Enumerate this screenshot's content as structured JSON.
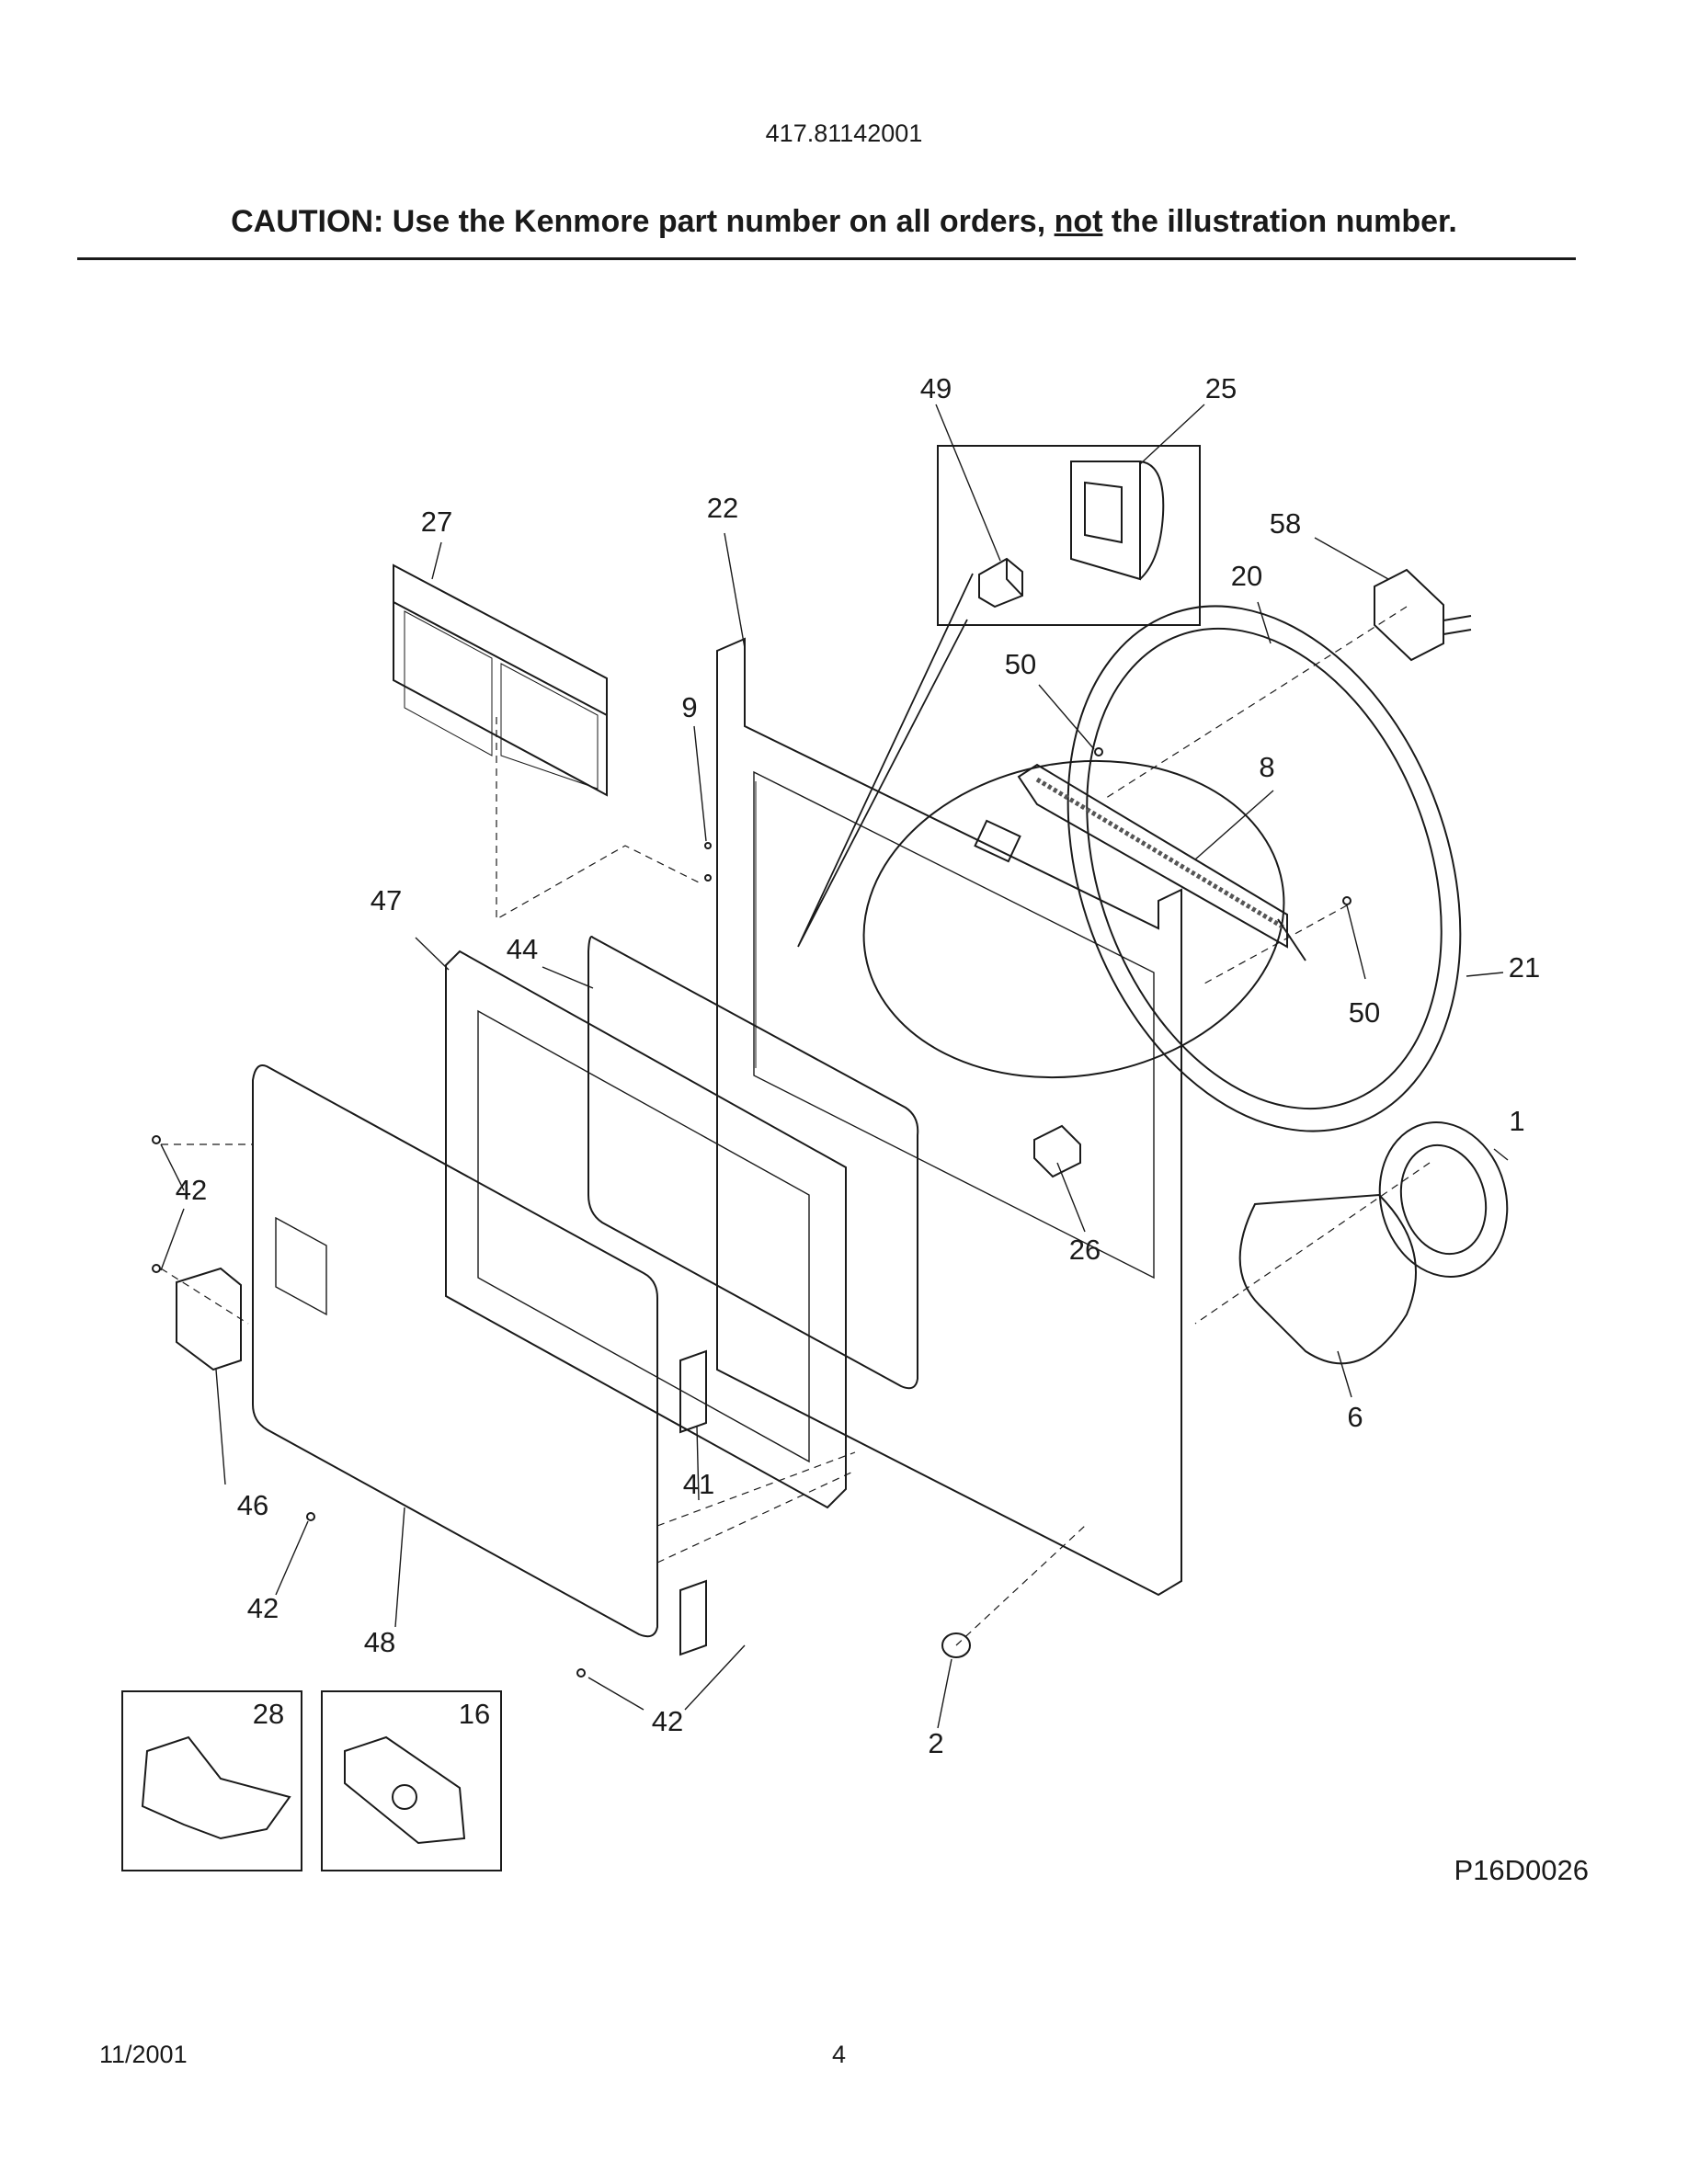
{
  "header": {
    "model_number": "417.81142001",
    "caution_prefix": "CAUTION: Use the Kenmore part number on all orders,",
    "caution_emphasis": "not",
    "caution_suffix": "the illustration number."
  },
  "diagram": {
    "code": "P16D0026",
    "callouts": [
      "49",
      "25",
      "27",
      "22",
      "58",
      "20",
      "50",
      "9",
      "8",
      "47",
      "44",
      "21",
      "50",
      "1",
      "42",
      "26",
      "42",
      "6",
      "46",
      "41",
      "42",
      "48",
      "28",
      "16",
      "42",
      "2"
    ]
  },
  "footer": {
    "date": "11/2001",
    "page": "4"
  }
}
